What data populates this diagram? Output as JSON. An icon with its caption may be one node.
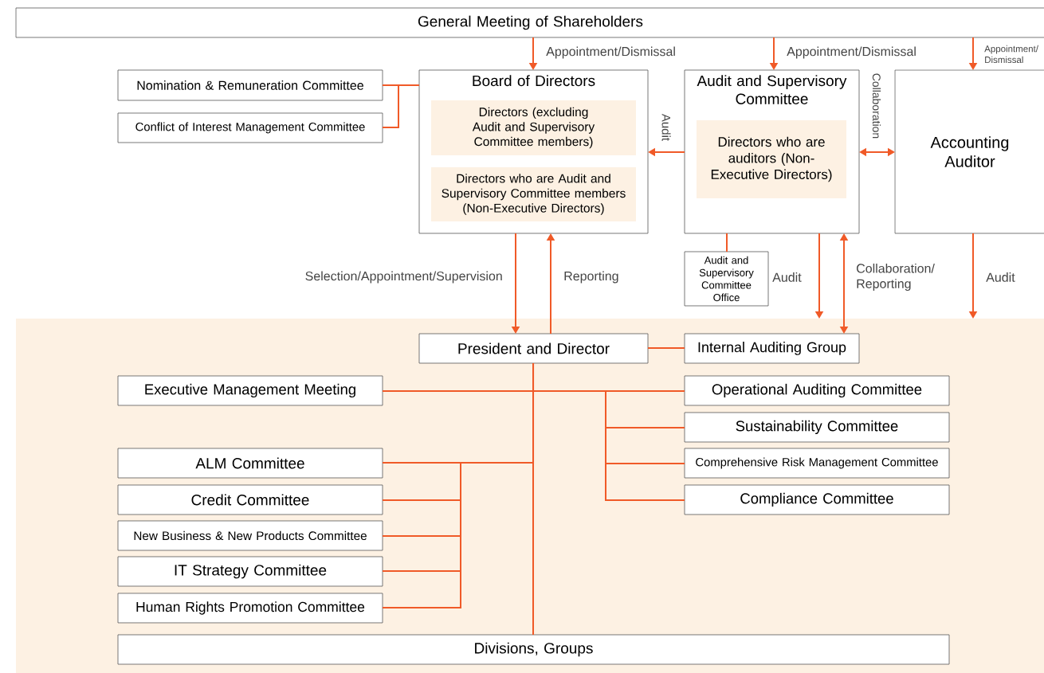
{
  "diagram": {
    "nodes": [
      {
        "text": [
          "General Meeting of Shareholders"
        ]
      },
      {
        "text": [
          "Board of Directors"
        ]
      },
      {
        "text": [
          "Directors (excluding Audit and Supervisory Committee members)"
        ],
        "in": 1
      },
      {
        "text": [
          "Directors who are Audit and Supervisory Committee members (Non-Executive Directors)"
        ],
        "in": 1
      },
      {
        "text": [
          "Audit and Supervisory Committee"
        ]
      },
      {
        "text": [
          "Directors who are auditors (Non-Executive Directors)"
        ],
        "in": 4
      },
      {
        "text": [
          "Accounting Auditor"
        ]
      },
      {
        "text": [
          "Nomination & Remuneration Committee"
        ]
      },
      {
        "text": [
          "Conflict of Interest Management Committee"
        ]
      },
      {
        "text": [
          "Audit and Supervisory Committee Office"
        ]
      },
      {
        "text": [],
        "shape": "box"
      },
      {
        "text": [
          "President and Director"
        ],
        "in": 10
      },
      {
        "text": [
          "Internal Auditing Group"
        ],
        "in": 10
      },
      {
        "text": [
          "Executive Management Meeting"
        ],
        "in": 10
      },
      {
        "text": [
          "Operational Auditing Committee"
        ],
        "in": 10
      },
      {
        "text": [
          "Sustainability Committee"
        ],
        "in": 10
      },
      {
        "text": [
          "Comprehensive Risk Management Committee"
        ],
        "in": 10
      },
      {
        "text": [
          "Compliance Committee"
        ],
        "in": 10
      },
      {
        "text": [
          "ALM Committee"
        ],
        "in": 10
      },
      {
        "text": [
          "Credit Committee"
        ],
        "in": 10
      },
      {
        "text": [
          "New Business & New Products Committee"
        ],
        "in": 10
      },
      {
        "text": [
          "IT Strategy Committee"
        ],
        "in": 10
      },
      {
        "text": [
          "Human Rights Promotion Committee"
        ],
        "in": 10
      },
      {
        "text": [
          "Divisions, Groups"
        ],
        "in": 10
      }
    ],
    "edges": [
      {
        "from": 0,
        "to": 1,
        "arrow": "to",
        "label": "Appointment/Dismissal"
      },
      {
        "from": 0,
        "to": 4,
        "arrow": "to",
        "label": "Appointment/Dismissal"
      },
      {
        "from": 0,
        "to": 6,
        "arrow": "to",
        "label": "Appointment/ Dismissal"
      },
      {
        "from": 7,
        "to": 1,
        "arrow": "none"
      },
      {
        "from": 8,
        "to": 1,
        "arrow": "none"
      },
      {
        "from": 4,
        "to": 1,
        "arrow": "to",
        "label": "Audit"
      },
      {
        "from": 4,
        "to": 6,
        "arrow": "both",
        "label": "Collaboration"
      },
      {
        "from": 1,
        "to": 11,
        "arrow": "to",
        "label": "Selection/Appointment/Supervision"
      },
      {
        "from": 11,
        "to": 1,
        "arrow": "to",
        "label": "Reporting"
      },
      {
        "from": 4,
        "to": 9,
        "arrow": "none"
      },
      {
        "from": 4,
        "to": 10,
        "arrow": "to",
        "label": "Audit"
      },
      {
        "from": 12,
        "to": 4,
        "arrow": "both",
        "label": "Collaboration/ Reporting"
      },
      {
        "from": 6,
        "to": 10,
        "arrow": "to",
        "label": "Audit"
      },
      {
        "from": 11,
        "to": 12,
        "arrow": "none"
      },
      {
        "from": 11,
        "to": 13,
        "arrow": "none"
      },
      {
        "from": 11,
        "to": 14,
        "arrow": "none"
      },
      {
        "from": 11,
        "to": 15,
        "arrow": "none"
      },
      {
        "from": 11,
        "to": 16,
        "arrow": "none"
      },
      {
        "from": 11,
        "to": 17,
        "arrow": "none"
      },
      {
        "from": 11,
        "to": 18,
        "arrow": "none"
      },
      {
        "from": 11,
        "to": 19,
        "arrow": "none"
      },
      {
        "from": 11,
        "to": 20,
        "arrow": "none"
      },
      {
        "from": 11,
        "to": 21,
        "arrow": "none"
      },
      {
        "from": 11,
        "to": 22,
        "arrow": "none"
      },
      {
        "from": 11,
        "to": 23,
        "arrow": "none"
      }
    ]
  }
}
